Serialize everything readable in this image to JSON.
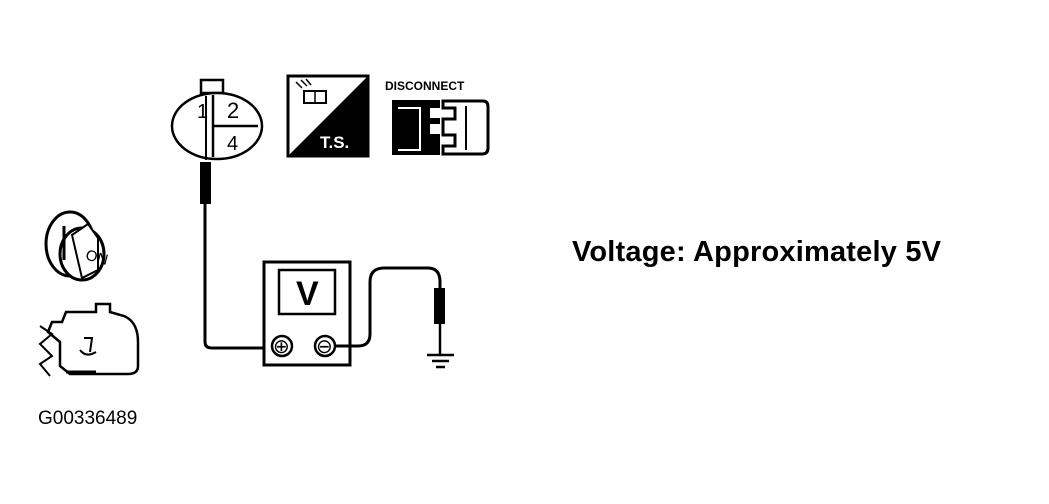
{
  "connector": {
    "pin_1": "1",
    "pin_2": "2",
    "pin_4": "4"
  },
  "ts_icon": {
    "label": "T.S."
  },
  "disconnect_icon": {
    "label": "DISCONNECT"
  },
  "ignition_icon": {
    "label": "ON"
  },
  "meter": {
    "label": "V",
    "positive": "⊕",
    "negative": "⊖"
  },
  "spec": {
    "text": "Voltage: Approximately 5V"
  },
  "figure": {
    "id": "G00336489"
  },
  "colors": {
    "ink": "#000000",
    "background": "#ffffff"
  }
}
